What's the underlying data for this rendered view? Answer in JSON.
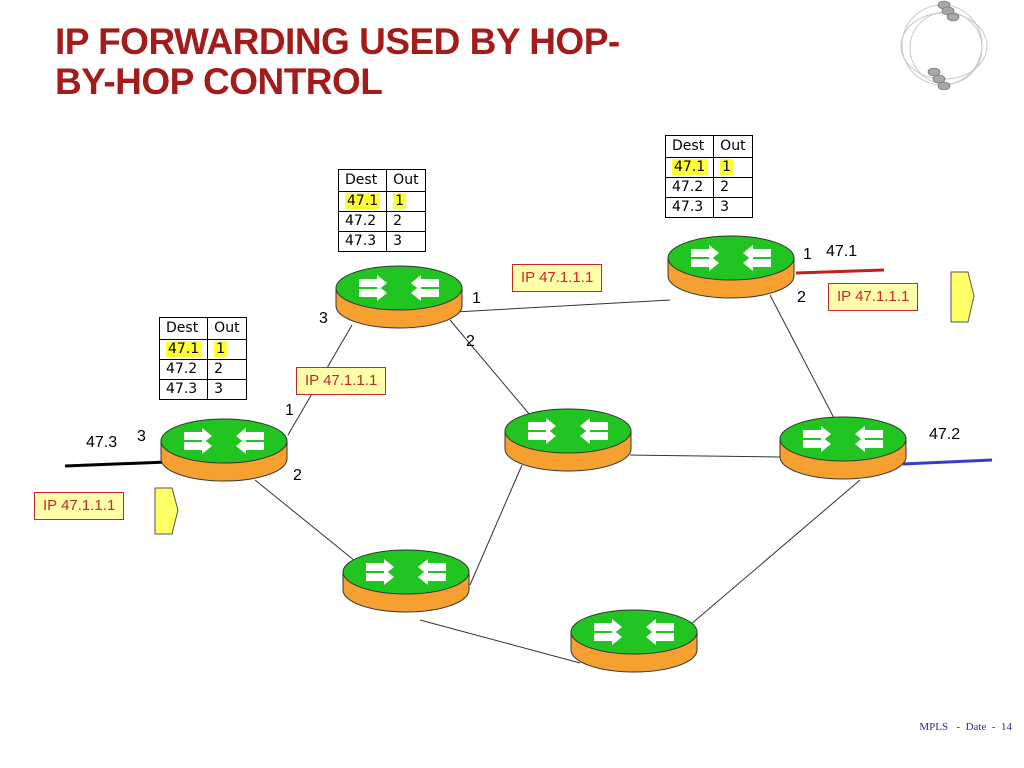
{
  "title": {
    "line1": "IP FORWARDING USED BY HOP-",
    "line2": "BY-HOP CONTROL"
  },
  "table_headers": {
    "dest": "Dest",
    "out": "Out"
  },
  "tables": {
    "left": {
      "rows": [
        {
          "dest": "47.1",
          "out": "1",
          "highlight": true
        },
        {
          "dest": "47.2",
          "out": "2"
        },
        {
          "dest": "47.3",
          "out": "3"
        }
      ]
    },
    "middle": {
      "rows": [
        {
          "dest": "47.1",
          "out": "1",
          "highlight": true
        },
        {
          "dest": "47.2",
          "out": "2"
        },
        {
          "dest": "47.3",
          "out": "3"
        }
      ]
    },
    "right": {
      "rows": [
        {
          "dest": "47.1",
          "out": "1",
          "highlight": true
        },
        {
          "dest": "47.2",
          "out": "2"
        },
        {
          "dest": "47.3",
          "out": "3"
        }
      ]
    }
  },
  "packets": {
    "p1": "IP 47.1.1.1",
    "p2": "IP 47.1.1.1",
    "p3": "IP 47.1.1.1",
    "p4": "IP 47.1.1.1"
  },
  "ports": {
    "r_left_3": "3",
    "r_left_1": "1",
    "r_left_2": "2",
    "r_top_3": "3",
    "r_top_1": "1",
    "r_top_2": "2",
    "r_right_1": "1",
    "r_right_2": "2"
  },
  "networks": {
    "net_47_3": "47.3",
    "net_47_1": "47.1",
    "net_47_2": "47.2"
  },
  "footer": {
    "text": "MPLS",
    "sep1": "-",
    "date": "Date",
    "sep2": "-",
    "page": "14"
  },
  "colors": {
    "title": "#a31c1c",
    "router_top": "#22c422",
    "router_body": "#f5a030",
    "packet_fill": "#ffffaa",
    "packet_text": "#c62828",
    "highlight": "#ffff33",
    "net_47_1": "#c21f1f",
    "net_47_2": "#3a3ad0",
    "net_47_3": "#000000"
  }
}
